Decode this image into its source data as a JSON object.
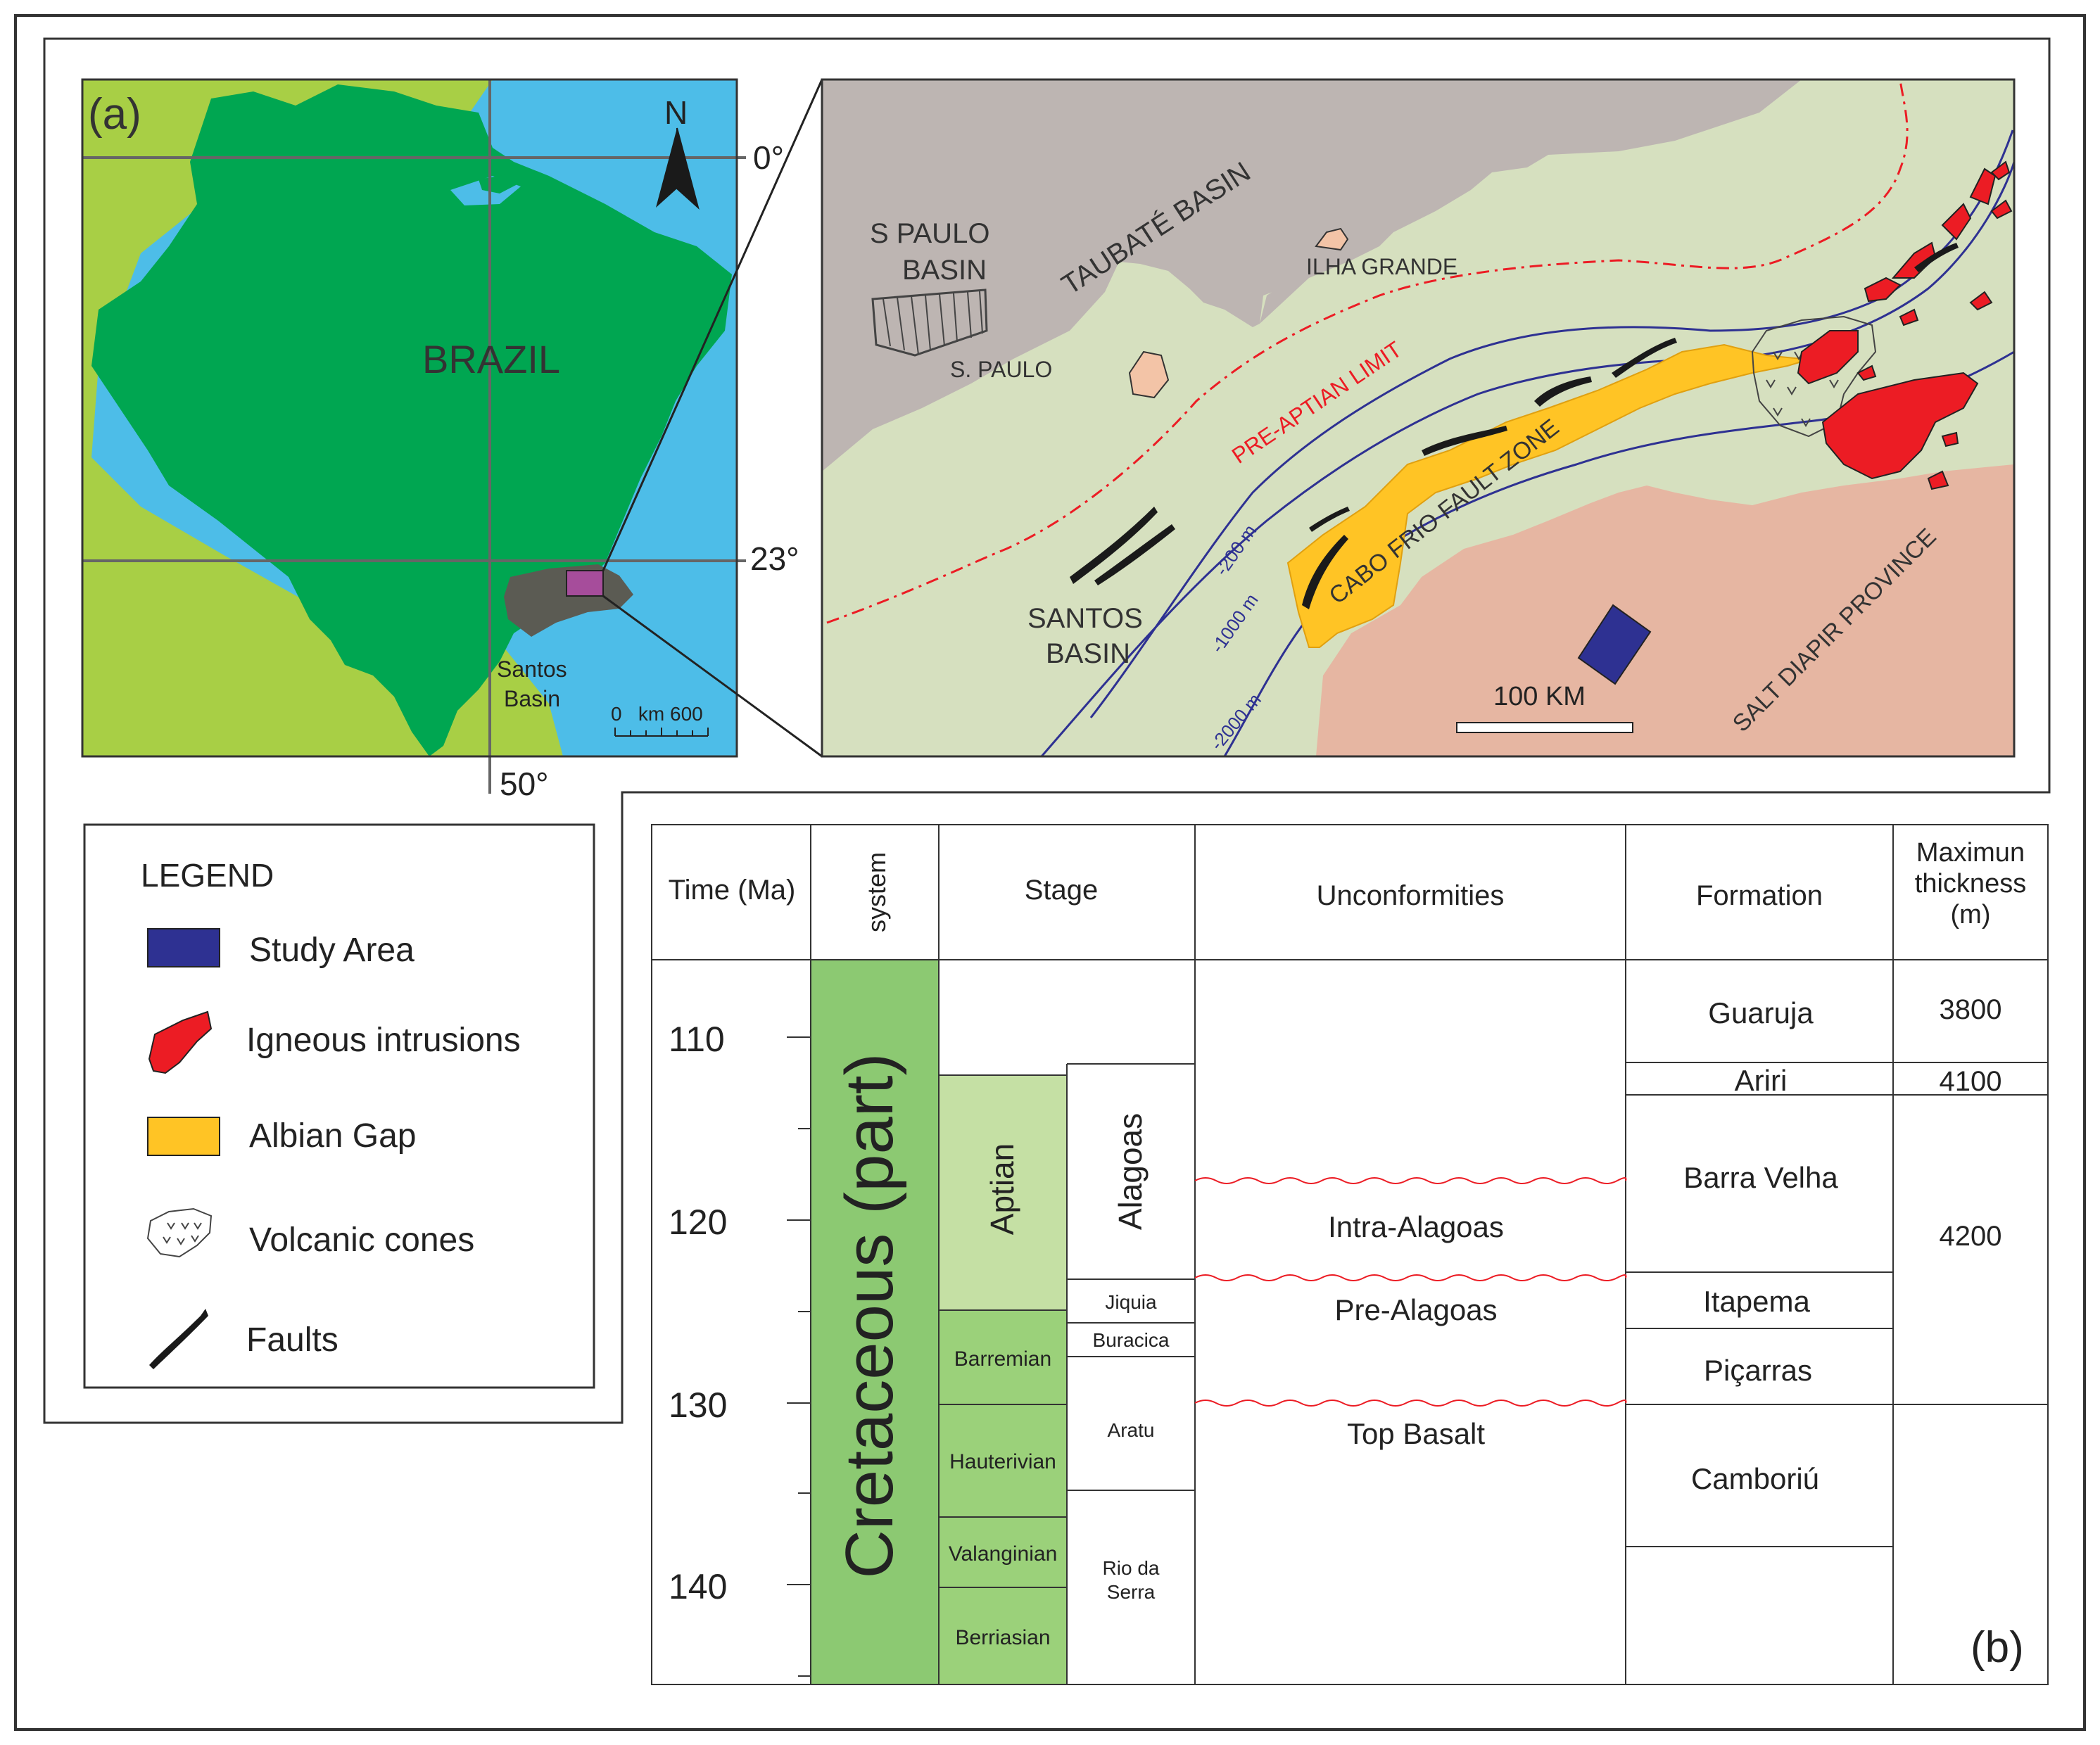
{
  "panel_a": {
    "label": "(a)",
    "country": "BRAZIL",
    "north": "N",
    "lat_0": "0°",
    "lat_23": "23°",
    "lon_50": "50°",
    "basin_line1": "Santos",
    "basin_line2": "Basin",
    "scale": "0   km 600"
  },
  "detail_map": {
    "sp_basin_1": "S PAULO",
    "sp_basin_2": "BASIN",
    "taubate": "TAUBATÉ BASIN",
    "ilha": "ILHA GRANDE",
    "s_paulo": "S. PAULO",
    "pre_aptian": "PRE-APTIAN LIMIT",
    "cabo_frio": "CABO FRIO FAULT ZONE",
    "santos_1": "SANTOS",
    "santos_2": "BASIN",
    "d200": "-200 m",
    "d1000": "-1000 m",
    "d2000": "-2000 m",
    "scale": "100 KM",
    "salt": "SALT DIAPIR PROVINCE"
  },
  "legend": {
    "title": "LEGEND",
    "items": [
      "Study Area",
      "Igneous intrusions",
      "Albian Gap",
      "Volcanic cones",
      "Faults"
    ]
  },
  "strat": {
    "panel_label": "(b)",
    "headers": {
      "time": "Time (Ma)",
      "system": "system",
      "stage": "Stage",
      "unconformities": "Unconformities",
      "formation": "Formation",
      "thickness": "Maximun thickness (m)"
    },
    "ticks": [
      "110",
      "120",
      "130",
      "140"
    ],
    "system": "Cretaceous (part)",
    "stages": [
      "Aptian",
      "Barremian",
      "Hauterivian",
      "Valanginian",
      "Berriasian"
    ],
    "local_stages": [
      "Alagoas",
      "Jiquia",
      "Buracica",
      "Aratu",
      "Rio da Serra"
    ],
    "unconformities": [
      "Intra-Alagoas",
      "Pre-Alagoas",
      "Top Basalt"
    ],
    "formations": [
      "Guaruja",
      "Ariri",
      "Barra Velha",
      "Itapema",
      "Piçarras",
      "Camboriú"
    ],
    "thickness": [
      "3800",
      "4100",
      "4200"
    ]
  },
  "colors": {
    "ocean": "#4dbde8",
    "brazil": "#00a651",
    "south_america": "#a8cf45",
    "santos_basin": "#5b5b53",
    "study_area": "#2e3192",
    "intrusions": "#ec1c24",
    "albian_gap": "#ffc425",
    "land_grey": "#bdb5b2",
    "shelf_green": "#d6e0bf",
    "salt_pink": "#e6b6a2",
    "cretaceous": "#8cc972",
    "stage_light": "#c5e0a4",
    "stage_mid": "#9bd17a"
  }
}
